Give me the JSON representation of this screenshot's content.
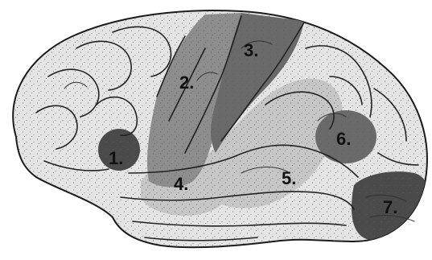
{
  "figure": {
    "colors": {
      "brain_base": "#e4e4e4",
      "outline": "#1a1a1a",
      "light_region": "#c6c6c6",
      "medium_region": "#8d8d8d",
      "dark_region": "#6a6a6a",
      "darkest_region": "#4a4a4a"
    },
    "regions": [
      {
        "label": "1.",
        "shade": "darkest"
      },
      {
        "label": "2.",
        "shade": "medium"
      },
      {
        "label": "3.",
        "shade": "dark"
      },
      {
        "label": "4.",
        "shade": "light"
      },
      {
        "label": "5.",
        "shade": "light"
      },
      {
        "label": "6.",
        "shade": "dark"
      },
      {
        "label": "7.",
        "shade": "darkest"
      }
    ]
  }
}
